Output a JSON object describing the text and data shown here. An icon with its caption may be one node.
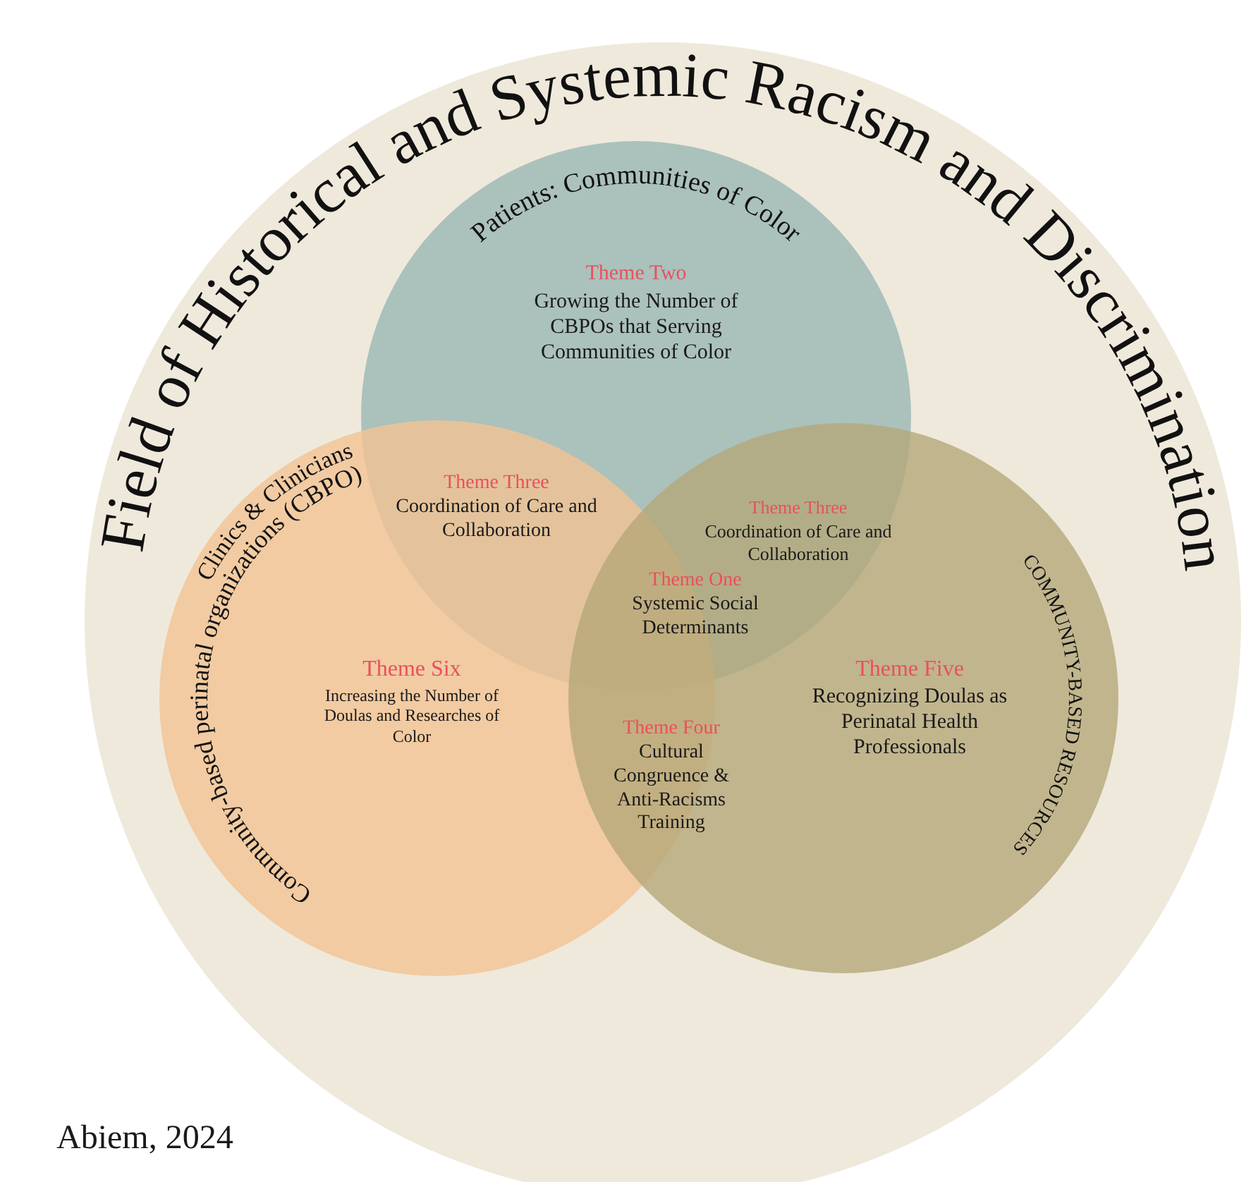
{
  "diagram": {
    "title": "Field of Historical and Systemic Racism and Discrimination",
    "caption": "Abiem, 2024",
    "nodes": [
      {
        "text": [],
        "shape": "circle"
      },
      {
        "text": [
          "Patients: Communities of Color",
          "Theme Two",
          "Growing the Number of CBPOs that Serving Communities of Color"
        ],
        "in": 0
      },
      {
        "text": [
          "Clinics & Clinicians",
          "Community-based perinatal organizations (CBPO)",
          "Theme Six",
          "Increasing the Number of Doulas and Researches of Color"
        ],
        "in": 0
      },
      {
        "text": [
          "Theme Five",
          "Recognizing Doulas as Perinatal Health Professionals",
          "COMMUNITY-BASED RESOURCES"
        ],
        "in": 0
      }
    ],
    "edges": [],
    "labels": [
      "Theme Three",
      "Coordination of Care and Collaboration",
      "Theme Three",
      "Coordination of Care and Collaboration",
      "Theme One",
      "Systemic Social Determinants",
      "Theme Four",
      "Cultural Congruence & Anti-Racisms Training"
    ]
  }
}
